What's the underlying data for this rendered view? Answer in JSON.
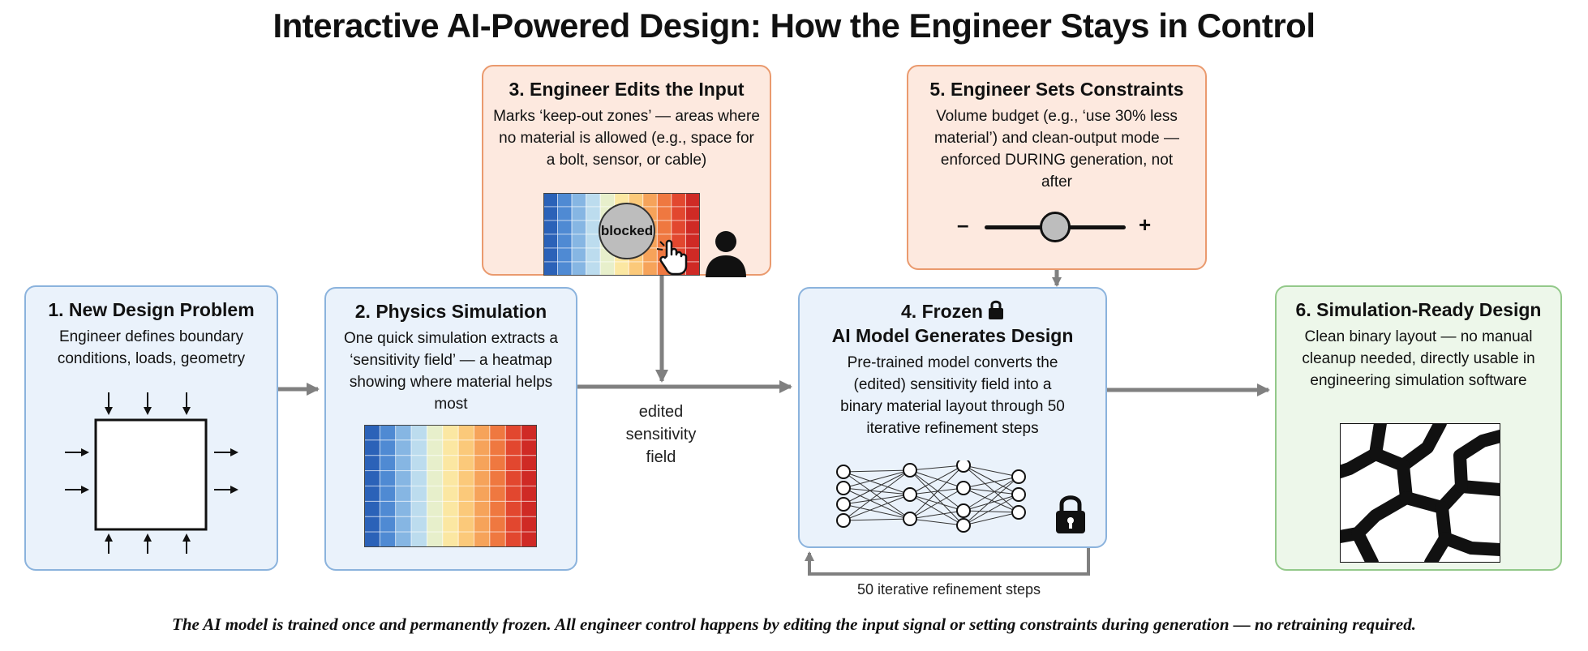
{
  "title": "Interactive AI-Powered Design: How the Engineer Stays in Control",
  "colors": {
    "blue_fill": "#eaf2fb",
    "blue_border": "#8bb3dd",
    "orange_fill": "#fde9df",
    "orange_border": "#ea9a6e",
    "green_fill": "#edf7ea",
    "green_border": "#93c98a",
    "arrow": "#808080"
  },
  "steps": [
    {
      "title": "1. New Design Problem",
      "body": "Engineer defines boundary conditions, loads, geometry"
    },
    {
      "title": "2. Physics Simulation",
      "body": "One quick simulation extracts a ‘sensitivity field’ — a heatmap showing where material helps most"
    },
    {
      "title": "3. Engineer Edits the Input",
      "body": "Marks ‘keep-out zones’ — areas where no material is allowed (e.g., space for a bolt, sensor, or cable)",
      "blocked_label": "blocked"
    },
    {
      "title_line1": "4. Frozen",
      "title_line2": "AI Model Generates Design",
      "body": "Pre-trained model converts the (edited) sensitivity field into a binary material layout through 50 iterative refinement steps"
    },
    {
      "title": "5. Engineer Sets Constraints",
      "body": "Volume budget (e.g., ‘use 30% less material’) and clean-output mode — enforced DURING generation, not after",
      "slider_minus": "–",
      "slider_plus": "+",
      "slider_level": 0.5
    },
    {
      "title": "6. Simulation-Ready Design",
      "body": "Clean binary layout — no manual cleanup needed, directly usable in engineering simulation software"
    }
  ],
  "flow_label": "edited\nsensitivity\nfield",
  "loop_label": "50 iterative refinement steps",
  "footer": "The AI model is trained once and permanently frozen. All engineer control happens by editing the input signal or setting constraints during generation — no retraining required."
}
